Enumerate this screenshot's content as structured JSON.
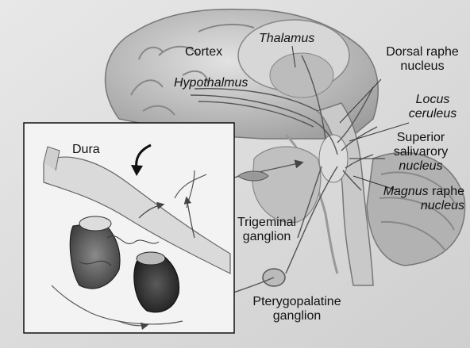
{
  "labels": {
    "cortex": "Cortex",
    "thalamus": "Thalamus",
    "dorsal_raphe_1": "Dorsal raphe",
    "dorsal_raphe_2": "nucleus",
    "hypothalamus": "Hypothalmus",
    "locus_1": "Locus",
    "locus_2": "ceruleus",
    "dura": "Dura",
    "superior_1": "Superior",
    "superior_2": "salivarory",
    "superior_3": "nucleus",
    "magnus_1": "Magnus",
    "magnus_2": "raphe",
    "magnus_3": "nucleus",
    "trigeminal_1": "Trigeminal",
    "trigeminal_2": "ganglion",
    "ptery_1": "Pterygopalatine",
    "ptery_2": "ganglion"
  }
}
